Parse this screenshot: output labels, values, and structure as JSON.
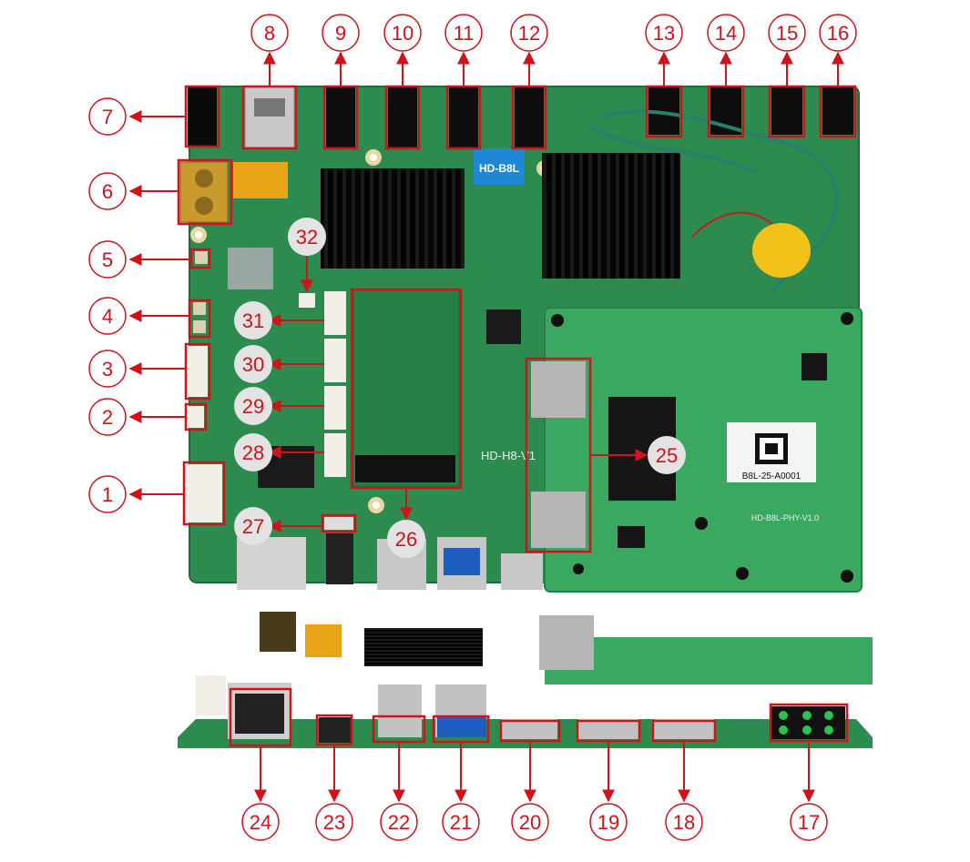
{
  "colors": {
    "annotation": "#d0121b",
    "board": "#2e8b4f",
    "board_dark": "#1f6b3c",
    "phy_board": "#3ba862",
    "heatsink": "#111111",
    "copper": "#b8863a"
  },
  "board": {
    "chip_label": "HD-B8L",
    "main_silk": "HD-H8-V1",
    "phy_silk": "HD-B8L-PHY-V1.0",
    "qr_caption": "B8L-25-A0001"
  },
  "top_labels": [
    {
      "n": "7"
    },
    {
      "n": "8"
    },
    {
      "n": "9"
    },
    {
      "n": "10"
    },
    {
      "n": "11"
    },
    {
      "n": "12"
    },
    {
      "n": "13"
    },
    {
      "n": "14"
    },
    {
      "n": "15"
    },
    {
      "n": "16"
    }
  ],
  "left_labels": [
    {
      "n": "6"
    },
    {
      "n": "5"
    },
    {
      "n": "4"
    },
    {
      "n": "3"
    },
    {
      "n": "2"
    },
    {
      "n": "1"
    }
  ],
  "inner_labels": [
    {
      "n": "32"
    },
    {
      "n": "31"
    },
    {
      "n": "30"
    },
    {
      "n": "29"
    },
    {
      "n": "28"
    },
    {
      "n": "27"
    },
    {
      "n": "26"
    },
    {
      "n": "25"
    }
  ],
  "bottom_labels": [
    {
      "n": "24"
    },
    {
      "n": "23"
    },
    {
      "n": "22"
    },
    {
      "n": "21"
    },
    {
      "n": "20"
    },
    {
      "n": "19"
    },
    {
      "n": "18"
    },
    {
      "n": "17"
    }
  ]
}
